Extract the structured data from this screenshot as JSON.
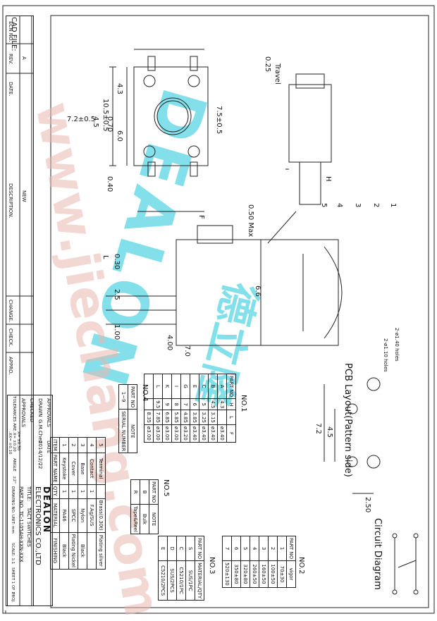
{
  "cad_file_label": "CAD FILE:",
  "revision_table": {
    "headers": [
      "ECN NO.",
      "REV.",
      "DATE.",
      "DESCRIPTION.",
      "CHANGE.",
      "CHECK.",
      "APPRO."
    ],
    "row": {
      "ecn": "",
      "rev": "A",
      "date": "",
      "description": "NEW",
      "change": "",
      "check": "",
      "appro": ""
    }
  },
  "dims_top": {
    "overall_width": "10.5±0.5",
    "offset": "4.3",
    "pitch": "6.0",
    "travel_value": "0.25",
    "travel_label": "Travel",
    "height_left": "7.2±0.5",
    "inner_45": "4.5",
    "inner_070": "0.70",
    "lead_040": "0.40",
    "height_right": "7.5±0.5",
    "h_label": "H"
  },
  "dims_side": {
    "f_label": "F",
    "l_label": "L",
    "max_label": "0.50 Max",
    "d030": "0.30",
    "d25": "2.5",
    "d100": "1.00",
    "d400": "4.00",
    "d70": "7.0",
    "d66": "6.6"
  },
  "callouts": [
    "5",
    "4",
    "3",
    "2",
    "1"
  ],
  "pcb": {
    "holes_140": "2-ø1.40 holes",
    "holes_110": "2-ø1.10 holes",
    "title": "PCB Layout(Pattern side)",
    "d72": "7.2",
    "d45": "4.5",
    "d250": "2.50"
  },
  "circuit_label": "Circuit Diagram",
  "no1": {
    "title": "NO.1",
    "headers": [
      "PART NO",
      "H",
      "L",
      "F"
    ],
    "rows": [
      [
        "A",
        "4.3",
        "",
        "ø3.40"
      ],
      [
        "B",
        "4.5",
        "3.15",
        "ø3.40"
      ],
      [
        "C",
        "5",
        "3.25",
        "ø3.40"
      ],
      [
        "E",
        "6",
        "3.85",
        "ø3.40"
      ],
      [
        "G",
        "7",
        "4.85",
        "ø3.20"
      ],
      [
        "I",
        "8",
        "5.85",
        "ø3.00"
      ],
      [
        "K",
        "9",
        "6.85",
        "ø3.00"
      ],
      [
        "L",
        "9.5",
        "7.85",
        "ø3.00"
      ],
      [
        "",
        "",
        "8.35",
        "ø3.00"
      ]
    ]
  },
  "no2": {
    "title": "NO.2",
    "headers": [
      "PART NO",
      "vigor"
    ],
    "rows": [
      [
        "1",
        "70±30"
      ],
      [
        "2",
        "100±50"
      ],
      [
        "3",
        "160±50"
      ],
      [
        "4",
        "260±50"
      ],
      [
        "5",
        "320±80"
      ],
      [
        "6",
        "350±80"
      ],
      [
        "7",
        "520±130"
      ]
    ]
  },
  "no3": {
    "title": "NO.3",
    "headers": [
      "PART NO",
      "MATERIAL/QTY"
    ],
    "rows": [
      [
        "S",
        "SUS/1PC"
      ],
      [
        "C",
        "C5210/1PC"
      ],
      [
        "D",
        "SUS/2PCS"
      ],
      [
        "E",
        "C5210/2PCS"
      ]
    ]
  },
  "no4": {
    "title": "NO.4",
    "headers": [
      "PART NO",
      "NOTE"
    ],
    "rows": [
      [
        "1~9",
        "SERIAL NUMBER"
      ]
    ]
  },
  "no5": {
    "title": "NO.5",
    "headers": [
      "PART NO",
      "NOTE"
    ],
    "rows": [
      [
        "B",
        "Bulk"
      ],
      [
        "R",
        "Tape&Reel"
      ]
    ]
  },
  "bom": {
    "headers": [
      "ITEM",
      "PART NAME",
      "QTY.",
      "MATERIAL",
      "FINISHING"
    ],
    "rows": [
      [
        "5",
        "Terminal",
        "",
        "Brass(0.30t)",
        "Plating silver"
      ],
      [
        "4",
        "Contact",
        "1",
        "F.Ag/SUS",
        ""
      ],
      [
        "3",
        "Base",
        "1",
        "Nylon",
        "Black"
      ],
      [
        "2",
        "Cover",
        "1",
        "SPCC",
        "Plating Nickel"
      ],
      [
        "1",
        "Keystoke",
        "1",
        "PA46",
        "Black"
      ]
    ]
  },
  "title_block": {
    "approvals": "APPROVALS",
    "date_hdr": "DATE",
    "drawn": "DRAWN",
    "drawn_by": "G.M.Chen",
    "drawn_date": "2014/12/22",
    "checked": "CHECKED",
    "approvals2": "APPROVALS",
    "tolerances": "TOLERANCES ARE",
    "tol_values": [
      "X= ±0.30",
      ".X= ±0.20",
      ".XX= ±0.10"
    ],
    "angle_label": "ANGLE",
    "angle_value": "±2°",
    "company_logo": "DEALON",
    "company": "ELECTRONICS CO.,LTD",
    "title_label": "TITLE:",
    "title": "TACT SWITCHES",
    "part_no_label": "PART NO.",
    "part_no": "TC-1105AH-XXN-XXX",
    "drawing_no": "DRAWING NO.",
    "unit": "UNIT: mm",
    "scale": "SCALE: 1:1",
    "sheet": "SHEET 1 OF 1",
    "proj": "PROJ."
  },
  "watermarks": [
    "DEALON",
    "www.jiechang.com",
    "德立隆"
  ],
  "colors": {
    "watermark_cyan": "#1ec8dc",
    "watermark_red": "#e8b8b0",
    "ink": "#111111"
  }
}
